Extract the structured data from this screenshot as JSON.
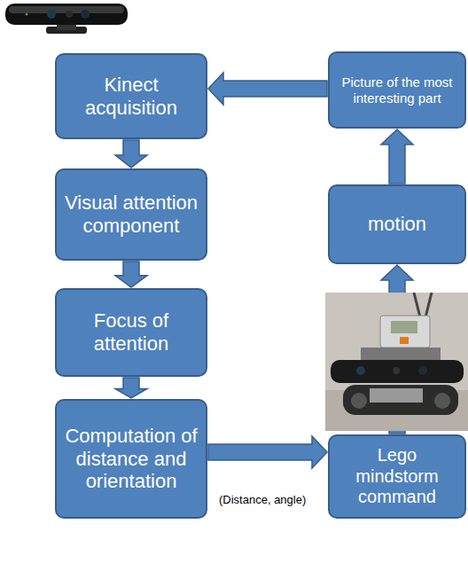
{
  "diagram": {
    "nodes": [
      {
        "text": [
          "Kinect acquisition"
        ]
      },
      {
        "text": [
          "Visual attention component"
        ]
      },
      {
        "text": [
          "Focus of attention"
        ]
      },
      {
        "text": [
          "Computation of distance and orientation"
        ]
      },
      {
        "text": [
          "Lego mindstorm command"
        ]
      },
      {
        "text": [
          "motion"
        ]
      },
      {
        "text": [
          "Picture of the most interesting part"
        ]
      }
    ],
    "edges": [
      {
        "from": 0,
        "to": 1,
        "arrow": "to"
      },
      {
        "from": 1,
        "to": 2,
        "arrow": "to"
      },
      {
        "from": 2,
        "to": 3,
        "arrow": "to"
      },
      {
        "from": 3,
        "to": 4,
        "arrow": "to",
        "label": "(Distance, angle)"
      },
      {
        "from": 4,
        "to": 5,
        "arrow": "to"
      },
      {
        "from": 5,
        "to": 6,
        "arrow": "to"
      },
      {
        "from": 6,
        "to": 0,
        "arrow": "to"
      }
    ]
  }
}
